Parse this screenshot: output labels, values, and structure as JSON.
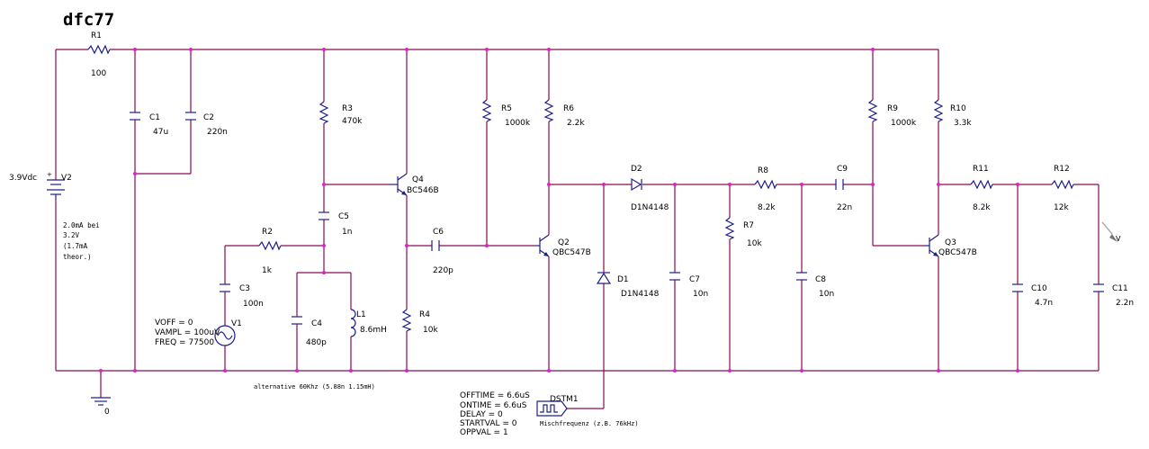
{
  "title": "dfc77",
  "components": {
    "R1": {
      "ref": "R1",
      "value": "100"
    },
    "R2": {
      "ref": "R2",
      "value": "1k"
    },
    "R3": {
      "ref": "R3",
      "value": "470k"
    },
    "R4": {
      "ref": "R4",
      "value": "10k"
    },
    "R5": {
      "ref": "R5",
      "value": "1000k"
    },
    "R6": {
      "ref": "R6",
      "value": "2.2k"
    },
    "R7": {
      "ref": "R7",
      "value": "10k"
    },
    "R8": {
      "ref": "R8",
      "value": "8.2k"
    },
    "R9": {
      "ref": "R9",
      "value": "1000k"
    },
    "R10": {
      "ref": "R10",
      "value": "3.3k"
    },
    "R11": {
      "ref": "R11",
      "value": "8.2k"
    },
    "R12": {
      "ref": "R12",
      "value": "12k"
    },
    "C1": {
      "ref": "C1",
      "value": "47u"
    },
    "C2": {
      "ref": "C2",
      "value": "220n"
    },
    "C3": {
      "ref": "C3",
      "value": "100n"
    },
    "C4": {
      "ref": "C4",
      "value": "480p"
    },
    "C5": {
      "ref": "C5",
      "value": "1n"
    },
    "C6": {
      "ref": "C6",
      "value": "220p"
    },
    "C7": {
      "ref": "C7",
      "value": "10n"
    },
    "C8": {
      "ref": "C8",
      "value": "10n"
    },
    "C9": {
      "ref": "C9",
      "value": "22n"
    },
    "C10": {
      "ref": "C10",
      "value": "4.7n"
    },
    "C11": {
      "ref": "C11",
      "value": "2.2n"
    },
    "L1": {
      "ref": "L1",
      "value": "8.6mH"
    },
    "D1": {
      "ref": "D1",
      "value": "D1N4148"
    },
    "D2": {
      "ref": "D2",
      "value": "D1N4148"
    },
    "Q2": {
      "ref": "Q2",
      "value": "QBC547B"
    },
    "Q3": {
      "ref": "Q3",
      "value": "QBC547B"
    },
    "Q4": {
      "ref": "Q4",
      "value": "BC546B"
    },
    "V2": {
      "ref": "V2",
      "value": "3.9Vdc"
    },
    "V1": {
      "ref": "V1"
    },
    "DSTM1": {
      "ref": "DSTM1"
    }
  },
  "v1_params": [
    "VOFF = 0",
    "VAMPL = 100uV",
    "FREQ = 77500"
  ],
  "dstm_params": [
    "OFFTIME = 6.6uS",
    "ONTIME = 6.6uS",
    "DELAY = 0",
    "STARTVAL = 0",
    "OPPVAL = 1"
  ],
  "notes": {
    "current": [
      "2.0mA bei",
      "3.2V",
      "(1.7mA",
      "theor.)"
    ],
    "alternative": "alternative 60Khz (5.88n 1.15mH)",
    "mischfrequenz": "Mischfrequenz (z.B. 76kHz)"
  },
  "ground_label": "0",
  "probe_label": "V",
  "colors": {
    "wire": "#8b0a50",
    "component": "#1e1e8c",
    "junction": "#e020c8"
  }
}
